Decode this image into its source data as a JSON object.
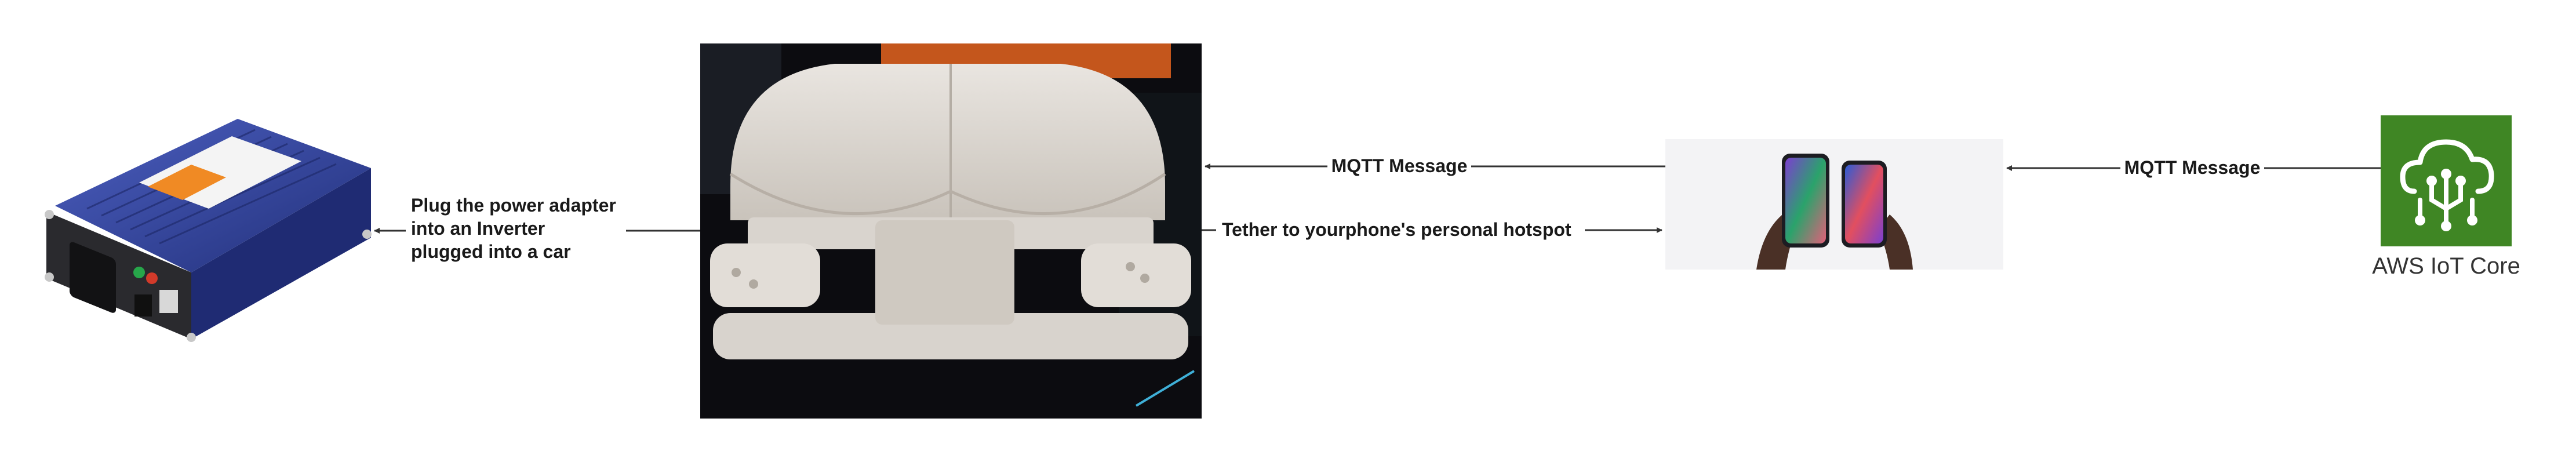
{
  "diagram": {
    "nodes": {
      "inverter": {
        "kind": "power-inverter-image"
      },
      "device": {
        "kind": "device-photo"
      },
      "phones": {
        "kind": "smartphones-image"
      },
      "aws": {
        "label": "AWS IoT Core",
        "icon": "aws-iot-core-icon",
        "color": "#3F8624"
      }
    },
    "edges": {
      "aws_to_phone": {
        "label": "MQTT Message"
      },
      "phone_to_device": {
        "label": "MQTT Message"
      },
      "device_to_phone": {
        "label": "Tether to yourphone's personal hotspot"
      },
      "device_to_inverter": {
        "label_lines": [
          "Plug the power adapter",
          "into an Inverter",
          "plugged into a car"
        ]
      }
    },
    "colors": {
      "arrow": "#333333",
      "inverter_blue": "#2E3B8F",
      "aws_green": "#3F8624"
    }
  }
}
